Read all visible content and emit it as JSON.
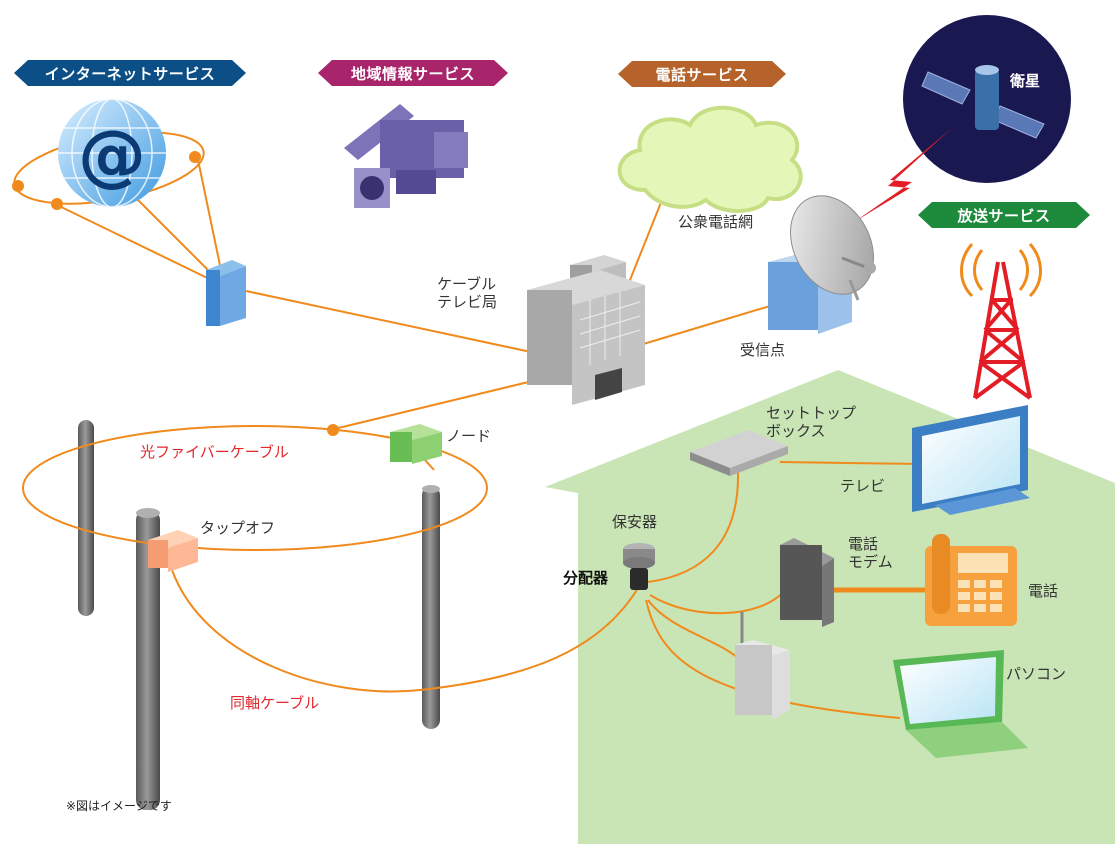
{
  "banners": {
    "internet": "インターネットサービス",
    "local_info": "地域情報サービス",
    "phone": "電話サービス",
    "broadcast": "放送サービス"
  },
  "labels": {
    "satellite": "衛星",
    "pstn": "公衆電話網",
    "cable_station": "ケーブル\nテレビ局",
    "receiving_point": "受信点",
    "node": "ノード",
    "fiber_cable": "光ファイバーケーブル",
    "tap_off": "タップオフ",
    "coax_cable": "同軸ケーブル",
    "set_top_box": "セットトップ\nボックス",
    "tv": "テレビ",
    "protector": "保安器",
    "splitter": "分配器",
    "phone_modem": "電話\nモデム",
    "phone": "電話",
    "pc": "パソコン",
    "note": "※図はイメージです"
  },
  "colors": {
    "internet_banner": "#0b4f86",
    "local_banner": "#a8246b",
    "phone_banner": "#b5632a",
    "broadcast_banner": "#1d8a3c",
    "cable_line": "#f08a1c",
    "house": "#c9e5b5",
    "satellite_bg": "#1a1850",
    "tower": "#e31d25"
  }
}
